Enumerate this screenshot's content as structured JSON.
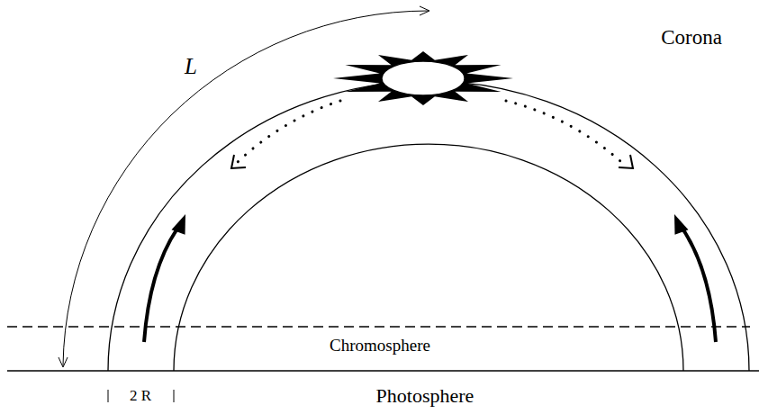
{
  "diagram": {
    "labels": [
      "L",
      "Corona",
      "Chromosphere",
      "Photosphere",
      "2 R"
    ]
  }
}
